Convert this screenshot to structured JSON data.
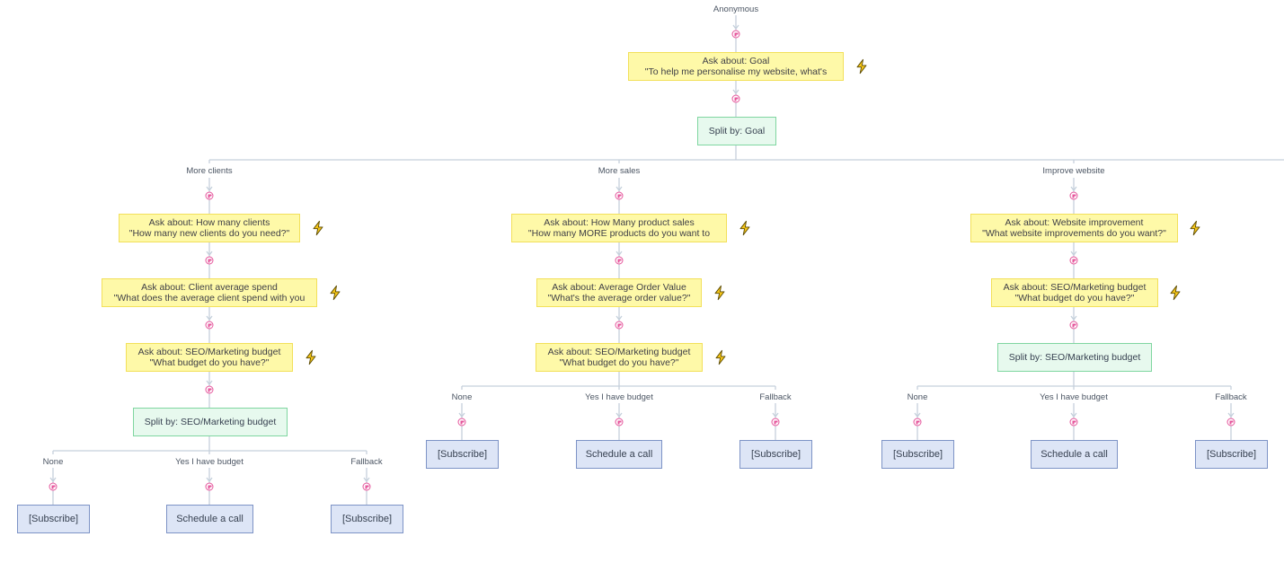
{
  "root": {
    "label": "Anonymous"
  },
  "goal_question": {
    "title": "Ask about: Goal",
    "prompt": "\"To help me personalise my website, what's"
  },
  "goal_split": {
    "label": "Split by: Goal"
  },
  "branches": [
    {
      "label": "More clients",
      "questions": [
        {
          "title": "Ask about: How many clients",
          "prompt": "\"How many new clients do you need?\""
        },
        {
          "title": "Ask about: Client average spend",
          "prompt": "\"What does the average client spend with you"
        },
        {
          "title": "Ask about: SEO/Marketing budget",
          "prompt": "\"What budget do you have?\""
        }
      ],
      "split": "Split by: SEO/Marketing budget",
      "outcomes": [
        {
          "label": "None",
          "action": "[Subscribe]"
        },
        {
          "label": "Yes I have budget",
          "action": "Schedule a call"
        },
        {
          "label": "Fallback",
          "action": "[Subscribe]"
        }
      ]
    },
    {
      "label": "More sales",
      "questions": [
        {
          "title": "Ask about: How Many product sales",
          "prompt": "\"How many MORE products do you want to"
        },
        {
          "title": "Ask about: Average Order Value",
          "prompt": "\"What's the average order value?\""
        },
        {
          "title": "Ask about: SEO/Marketing budget",
          "prompt": "\"What budget do you have?\""
        }
      ],
      "outcomes": [
        {
          "label": "None",
          "action": "[Subscribe]"
        },
        {
          "label": "Yes I have budget",
          "action": "Schedule a call"
        },
        {
          "label": "Fallback",
          "action": "[Subscribe]"
        }
      ]
    },
    {
      "label": "Improve website",
      "questions": [
        {
          "title": "Ask about: Website improvement",
          "prompt": "\"What website improvements do you want?\""
        },
        {
          "title": "Ask about: SEO/Marketing budget",
          "prompt": "\"What budget do you have?\""
        }
      ],
      "split": "Split by: SEO/Marketing budget",
      "outcomes": [
        {
          "label": "None",
          "action": "[Subscribe]"
        },
        {
          "label": "Yes I have budget",
          "action": "Schedule a call"
        },
        {
          "label": "Fallback",
          "action": "[Subscribe]"
        }
      ]
    }
  ],
  "icons": {
    "trigger": "lightning-bolt-icon",
    "add": "add-step-icon"
  },
  "colors": {
    "ask_fill": "#fef9a8",
    "ask_border": "#f2e05a",
    "split_fill": "#e7f9ee",
    "split_border": "#7fd6a0",
    "action_fill": "#dde5f6",
    "action_border": "#7d93c6",
    "connector": "#c5d0dc",
    "add_accent": "#e5559b",
    "bolt": "#f5c518"
  }
}
